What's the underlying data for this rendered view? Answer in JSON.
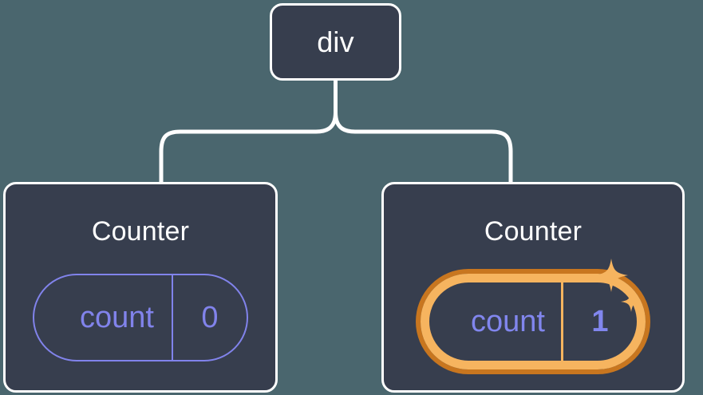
{
  "diagram": {
    "type": "component-tree",
    "background_color": "#4a666e",
    "node_fill_color": "#373e4e",
    "node_border_color": "#ffffff",
    "connector_color": "#ffffff",
    "state_color": "#8183eb",
    "highlight_inner_color": "#f6b45f",
    "highlight_outer_color": "#c8761f",
    "root": {
      "label": "div"
    },
    "children": [
      {
        "label": "Counter",
        "state": {
          "key": "count",
          "value": "0"
        },
        "highlighted": false
      },
      {
        "label": "Counter",
        "state": {
          "key": "count",
          "value": "1"
        },
        "highlighted": true,
        "sparkle_icons": [
          "sparkle-large",
          "sparkle-small"
        ]
      }
    ]
  }
}
